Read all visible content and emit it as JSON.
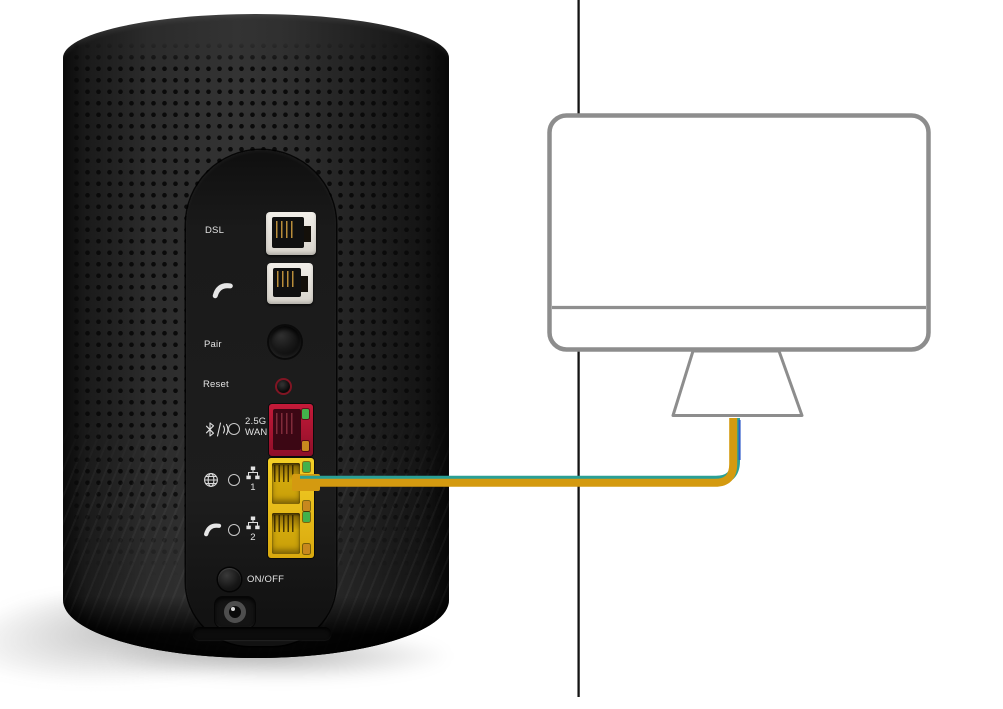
{
  "router": {
    "labels": {
      "dsl": "DSL",
      "pair": "Pair",
      "reset": "Reset",
      "wan_line1": "2.5G",
      "wan_line2": "WAN",
      "lan1": "1",
      "lan2": "2",
      "power": "ON/OFF"
    },
    "icons": {
      "phone_line": "phone-icon (handset glyph)",
      "bluetooth_dect": "bluetooth-dect-icon (bluetooth rune / handset waves)",
      "internet": "globe-icon (globe grid)",
      "lan": "lan-icon (three-node network squares)",
      "power_jack": "barrel-connector"
    },
    "colors": {
      "body": "#262626",
      "panel": "#171717",
      "label_text": "#e2e2e2",
      "wan_port": "#b01130",
      "lan_port": "#eec51d",
      "rj11_port": "#e9e6e0",
      "reset_ring": "#801523",
      "led_green": "#43b14b",
      "led_amber": "#c8881e"
    }
  },
  "connection": {
    "cable_color": "#d49a10",
    "cable_stripe": "#2aa096",
    "cable_accent": "#2f5ac9"
  },
  "computer": {
    "outline_color": "#8d8d8d"
  },
  "divider_color": "#131313"
}
